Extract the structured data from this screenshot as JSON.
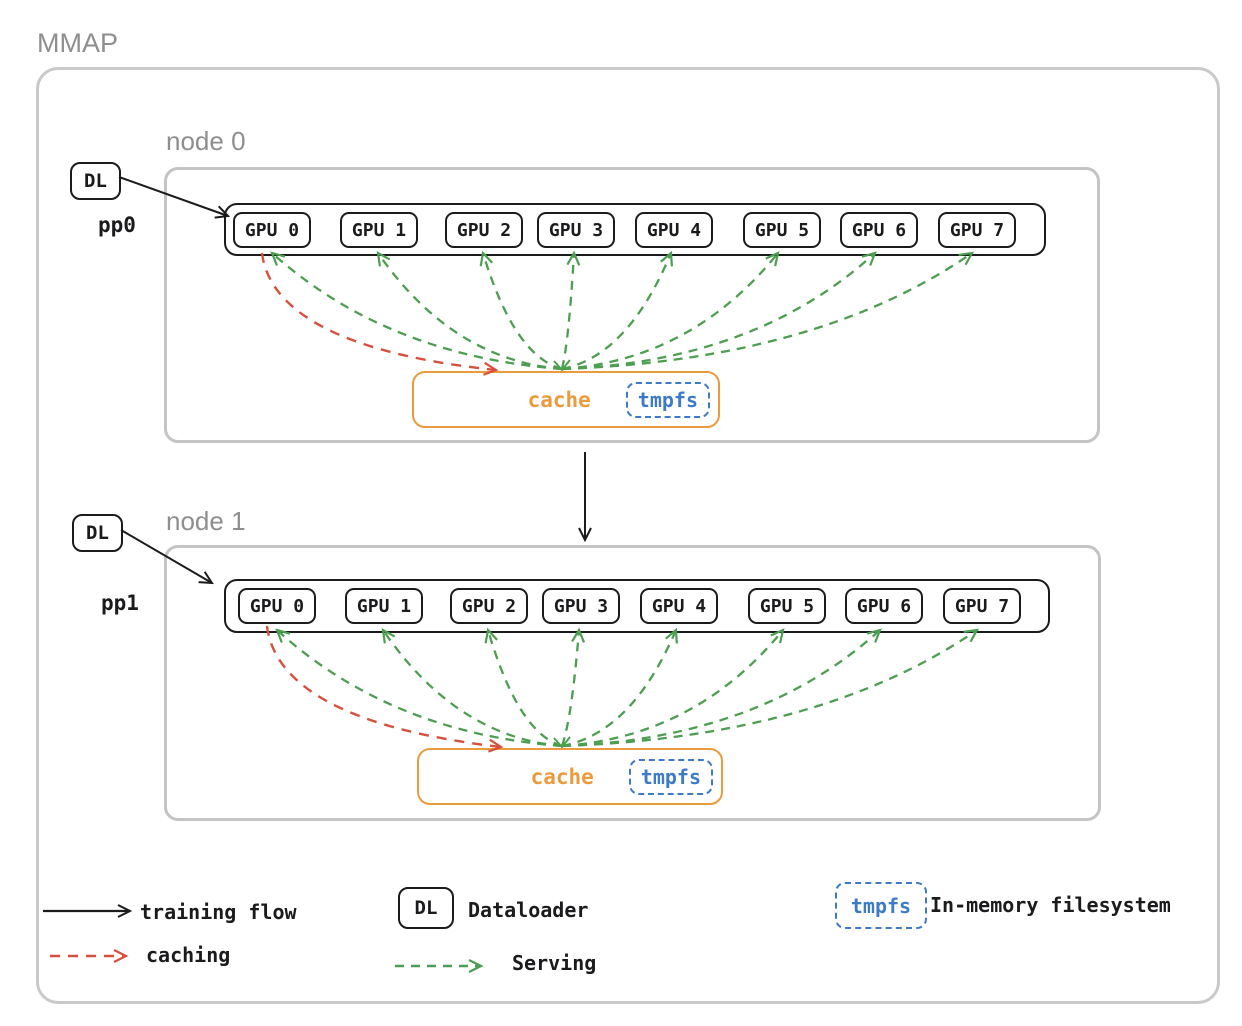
{
  "diagram_title": "MMAP",
  "nodes": [
    {
      "label": "node 0",
      "dl_label": "DL",
      "pp_label": "pp0",
      "gpus": [
        "GPU 0",
        "GPU 1",
        "GPU 2",
        "GPU 3",
        "GPU 4",
        "GPU 5",
        "GPU 6",
        "GPU 7"
      ],
      "cache_label": "cache",
      "tmpfs_label": "tmpfs"
    },
    {
      "label": "node 1",
      "dl_label": "DL",
      "pp_label": "pp1",
      "gpus": [
        "GPU 0",
        "GPU 1",
        "GPU 2",
        "GPU 3",
        "GPU 4",
        "GPU 5",
        "GPU 6",
        "GPU 7"
      ],
      "cache_label": "cache",
      "tmpfs_label": "tmpfs"
    }
  ],
  "legend": {
    "training_flow_label": "training flow",
    "caching_label": "caching",
    "dataloader_symbol": "DL",
    "dataloader_label": "Dataloader",
    "serving_label": "Serving",
    "tmpfs_symbol": "tmpfs",
    "tmpfs_label": "In-memory filesystem"
  },
  "colors": {
    "training_flow": "#1b1b1d",
    "caching": "#d84f3d",
    "serving": "#4d9e50",
    "cache_accent": "#ea9b3d",
    "tmpfs_accent": "#3d7bc8",
    "frame_gray": "#c4c4c4",
    "label_gray": "#8e8e8e"
  }
}
